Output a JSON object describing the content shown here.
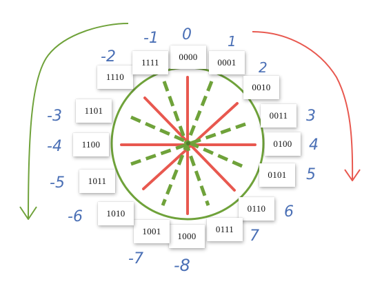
{
  "colors": {
    "green": "#6fa23a",
    "red": "#e8584f",
    "label_blue": "#4a6fb5"
  },
  "codes": {
    "c0000": "0000",
    "c0001": "0001",
    "c0010": "0010",
    "c0011": "0011",
    "c0100": "0100",
    "c0101": "0101",
    "c0110": "0110",
    "c0111": "0111",
    "c1000": "1000",
    "c1001": "1001",
    "c1010": "1010",
    "c1011": "1011",
    "c1100": "1100",
    "c1101": "1101",
    "c1110": "1110",
    "c1111": "1111"
  },
  "values": {
    "v0": "0",
    "v1": "1",
    "v2": "2",
    "v3": "3",
    "v4": "4",
    "v5": "5",
    "v6": "6",
    "v7": "7",
    "vm1": "-1",
    "vm2": "-2",
    "vm3": "-3",
    "vm4": "-4",
    "vm5": "-5",
    "vm6": "-6",
    "vm7": "-7",
    "vm8": "-8"
  }
}
